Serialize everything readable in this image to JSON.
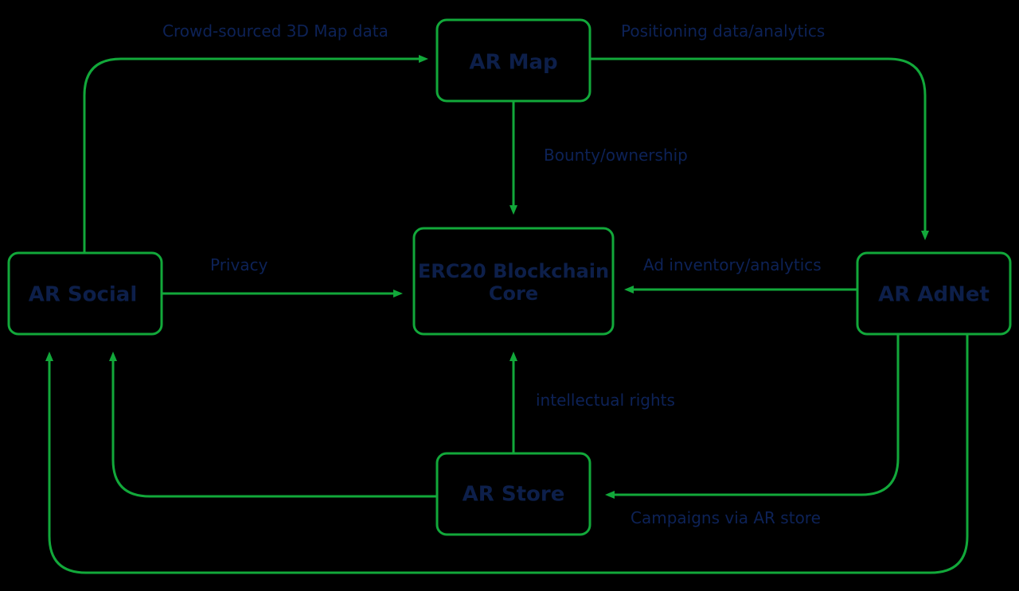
{
  "nodes": {
    "ar_map": {
      "label": "AR Map"
    },
    "blockchain_core": {
      "label_line1": "ERC20 Blockchain",
      "label_line2": "Core"
    },
    "ar_social": {
      "label": "AR Social"
    },
    "ar_adnet": {
      "label": "AR AdNet"
    },
    "ar_store": {
      "label": "AR Store"
    }
  },
  "edges": {
    "social_to_map": "Crowd-sourced 3D Map data",
    "map_to_adnet": "Positioning data/analytics",
    "map_to_core": "Bounty/ownership",
    "social_to_core": "Privacy",
    "adnet_to_core": "Ad inventory/analytics",
    "store_to_core": "intellectual rights",
    "adnet_to_store": "Campaigns via AR store"
  },
  "colors": {
    "background": "#000000",
    "stroke": "#12a83a",
    "text": "#0d2257"
  }
}
